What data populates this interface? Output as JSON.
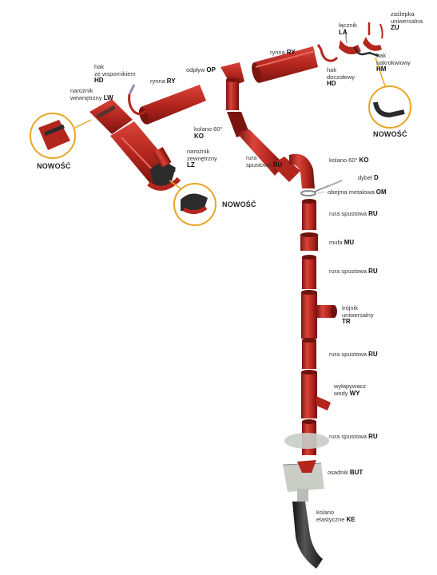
{
  "labels": {
    "ZU": {
      "name_lines": [
        "zaślepka",
        "uniwersalna"
      ],
      "code": "ZU"
    },
    "LA": {
      "name_lines": [
        "łącznik"
      ],
      "code": "LA"
    },
    "HM": {
      "name_lines": [
        "hak",
        "nakrokwiowy"
      ],
      "code": "HM"
    },
    "HD_right": {
      "name_lines": [
        "hak",
        "doczołowy"
      ],
      "code": "HD"
    },
    "RY_top": {
      "name_lines": [
        "rynna"
      ],
      "code": "RY"
    },
    "OP": {
      "name_lines": [
        "odpływ"
      ],
      "code": "OP"
    },
    "RY_left": {
      "name_lines": [
        "rynna"
      ],
      "code": "RY"
    },
    "HD_left": {
      "name_lines": [
        "hak",
        "ze wspornikiem"
      ],
      "code": "HD"
    },
    "LW": {
      "name_lines": [
        "narożnik",
        "wewnętrzny"
      ],
      "code": "LW"
    },
    "KO_left": {
      "name_lines": [
        "kolano 60°"
      ],
      "code": "KO"
    },
    "LZ": {
      "name_lines": [
        "narożnik",
        "zewnętrzny"
      ],
      "code": "LZ"
    },
    "RU_upper": {
      "name_lines": [
        "rura",
        "spustowa"
      ],
      "code": "RU"
    },
    "KO_right": {
      "name_lines": [
        "kolano 60°"
      ],
      "code": "KO"
    },
    "D": {
      "name_lines": [
        "dybel"
      ],
      "code": "D"
    },
    "OM": {
      "name_lines": [
        "obejma metalowa"
      ],
      "code": "OM"
    },
    "RU_1": {
      "name_lines": [
        "rura spustowa"
      ],
      "code": "RU"
    },
    "MU": {
      "name_lines": [
        "mufa"
      ],
      "code": "MU"
    },
    "RU_2": {
      "name_lines": [
        "rura spustowa"
      ],
      "code": "RU"
    },
    "TR": {
      "name_lines": [
        "trójnik",
        "uniwersalny"
      ],
      "code": "TR"
    },
    "RU_3": {
      "name_lines": [
        "rura spustowa"
      ],
      "code": "RU"
    },
    "WY": {
      "name_lines": [
        "wyłapywacz",
        "wody"
      ],
      "code": "WY"
    },
    "RU_4": {
      "name_lines": [
        "rura spustowa"
      ],
      "code": "RU"
    },
    "BUT": {
      "name_lines": [
        "osadnik"
      ],
      "code": "BUT"
    },
    "KE": {
      "name_lines": [
        "kolano",
        "elastyczne"
      ],
      "code": "KE"
    }
  },
  "badges": {
    "new": "NOWOŚĆ"
  },
  "colors": {
    "pipe": "#b3261e",
    "pipe_dark": "#7a140f",
    "pipe_light": "#d9443a",
    "callout_ring": "#e8a624",
    "black_part": "#2b2b2b",
    "grey_part": "#c9cdc6"
  }
}
